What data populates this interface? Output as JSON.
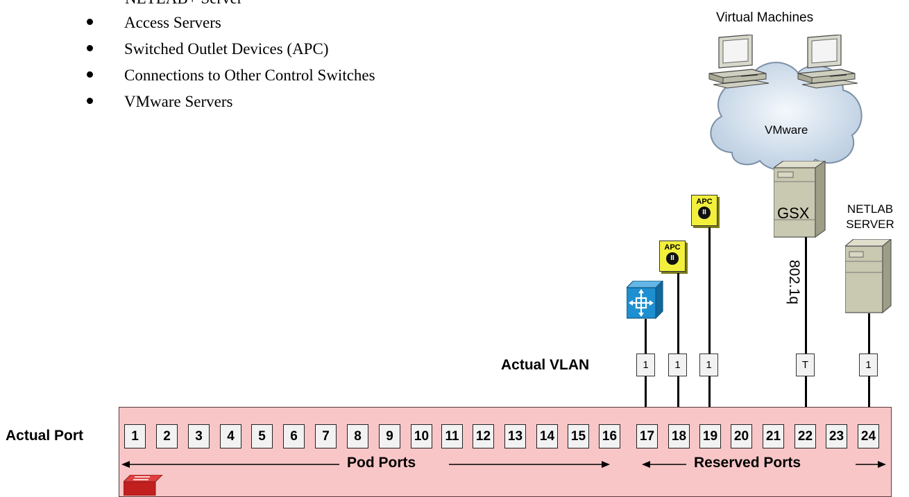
{
  "bullets": {
    "partial_top": "NETLAB+ Server",
    "items": [
      "Access Servers",
      "Switched Outlet Devices (APC)",
      "Connections to Other Control Switches",
      "VMware Servers"
    ]
  },
  "virtual_machines_label": "Virtual Machines",
  "cloud_label": "VMware",
  "gsx_label": "GSX",
  "netlab_server_label": [
    "NETLAB",
    "SERVER"
  ],
  "trunk_label": "802.1q",
  "apc_label": "APC",
  "actual_vlan_label": "Actual VLAN",
  "actual_port_label": "Actual Port",
  "vlans": {
    "p17": "1",
    "p18": "1",
    "p19": "1",
    "p22": "T",
    "p24": "1"
  },
  "ports": [
    "1",
    "2",
    "3",
    "4",
    "5",
    "6",
    "7",
    "8",
    "9",
    "10",
    "11",
    "12",
    "13",
    "14",
    "15",
    "16",
    "17",
    "18",
    "19",
    "20",
    "21",
    "22",
    "23",
    "24"
  ],
  "pod_ports_label": "Pod Ports",
  "reserved_ports_label": "Reserved Ports",
  "colors": {
    "switch_fill": "#f8c6c7",
    "apc_fill": "#f2f03c",
    "router_fill": "#1e8fd0",
    "server_fill": "#c9c8b0"
  },
  "icons": [
    "computer-icon",
    "cloud-icon",
    "server-icon",
    "apc-power-icon",
    "multilayer-switch-icon",
    "switch-icon"
  ]
}
